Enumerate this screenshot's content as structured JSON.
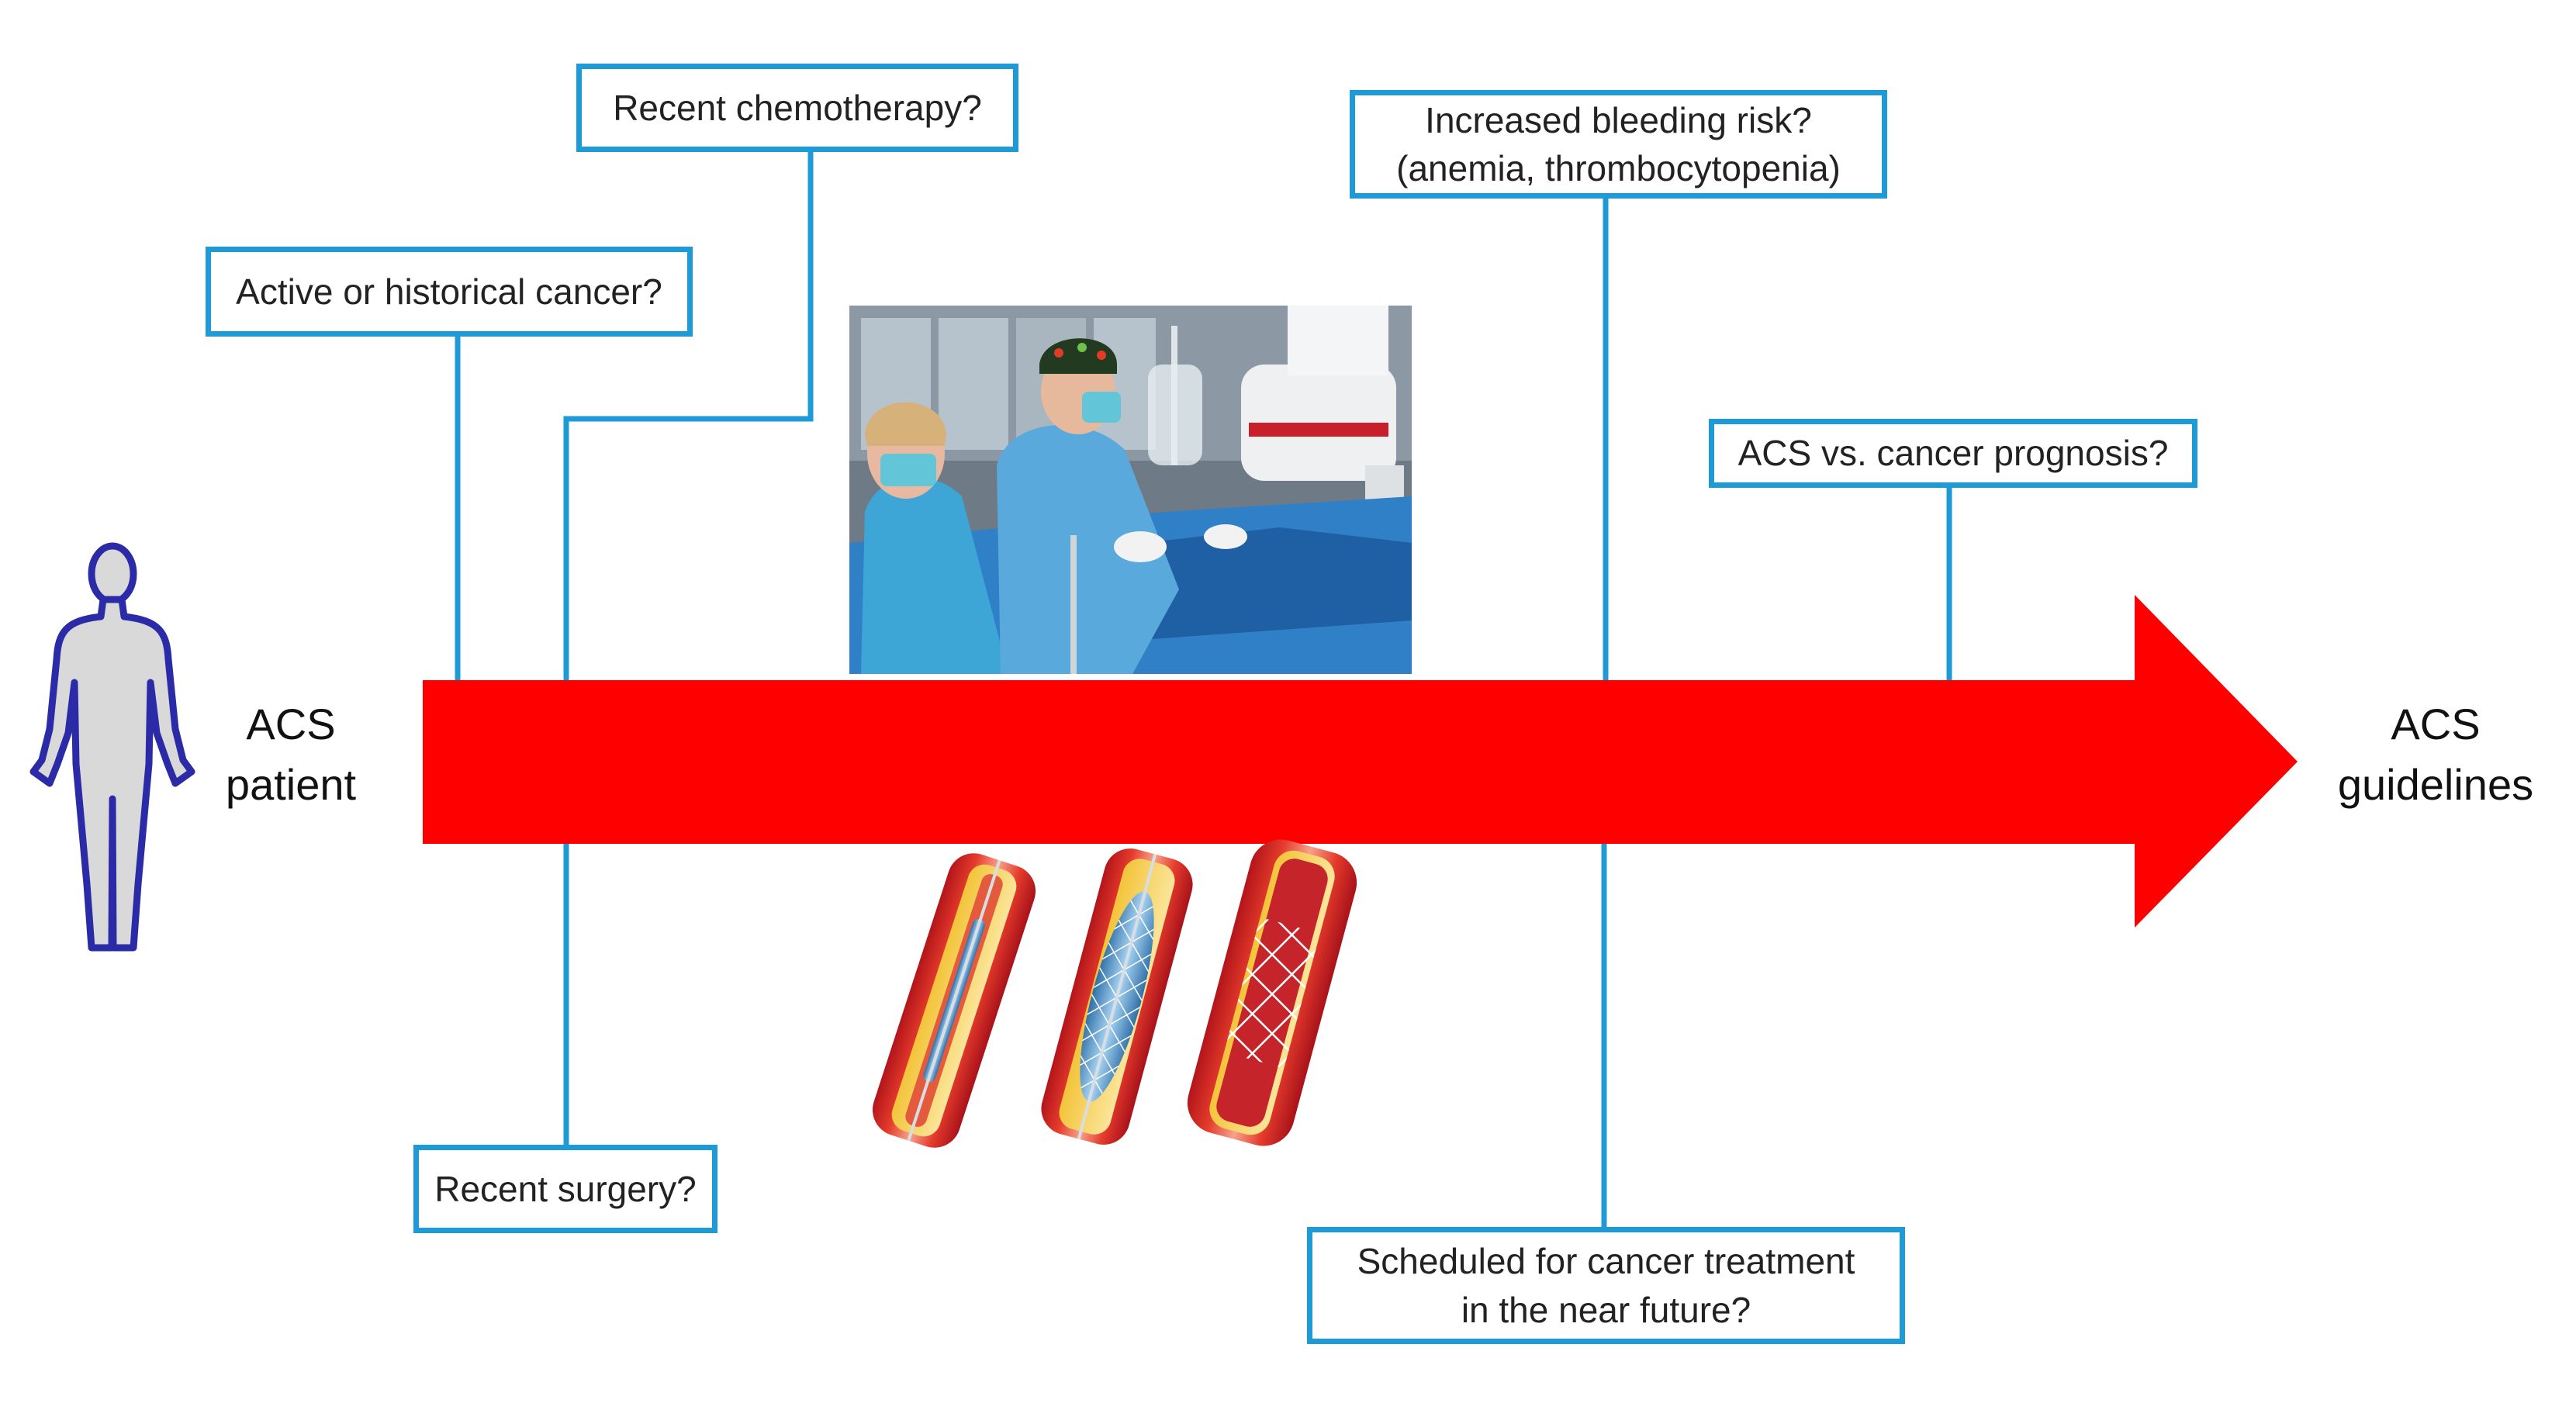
{
  "start_label": {
    "line1": "ACS",
    "line2": "patient"
  },
  "end_label": {
    "line1": "ACS",
    "line2": "guidelines"
  },
  "questions": {
    "chemotherapy": "Recent chemotherapy?",
    "cancer_history": "Active or historical cancer?",
    "bleeding_risk": {
      "line1": "Increased bleeding risk?",
      "line2": "(anemia, thrombocytopenia)"
    },
    "prognosis": "ACS vs. cancer prognosis?",
    "surgery": "Recent surgery?",
    "cancer_treatment": {
      "line1": "Scheduled for cancer treatment",
      "line2": "in the near future?"
    }
  },
  "colors": {
    "arrow": "#ff0000",
    "connector": "#1e9bd7",
    "box_border": "#1e9bd7",
    "figure_fill": "#d9d9d9",
    "figure_outline": "#2b2ba8"
  },
  "icons": {
    "patient": "human-figure-icon",
    "procedure": "cath-lab-photo",
    "stent": "stent-deployment-illustration"
  }
}
